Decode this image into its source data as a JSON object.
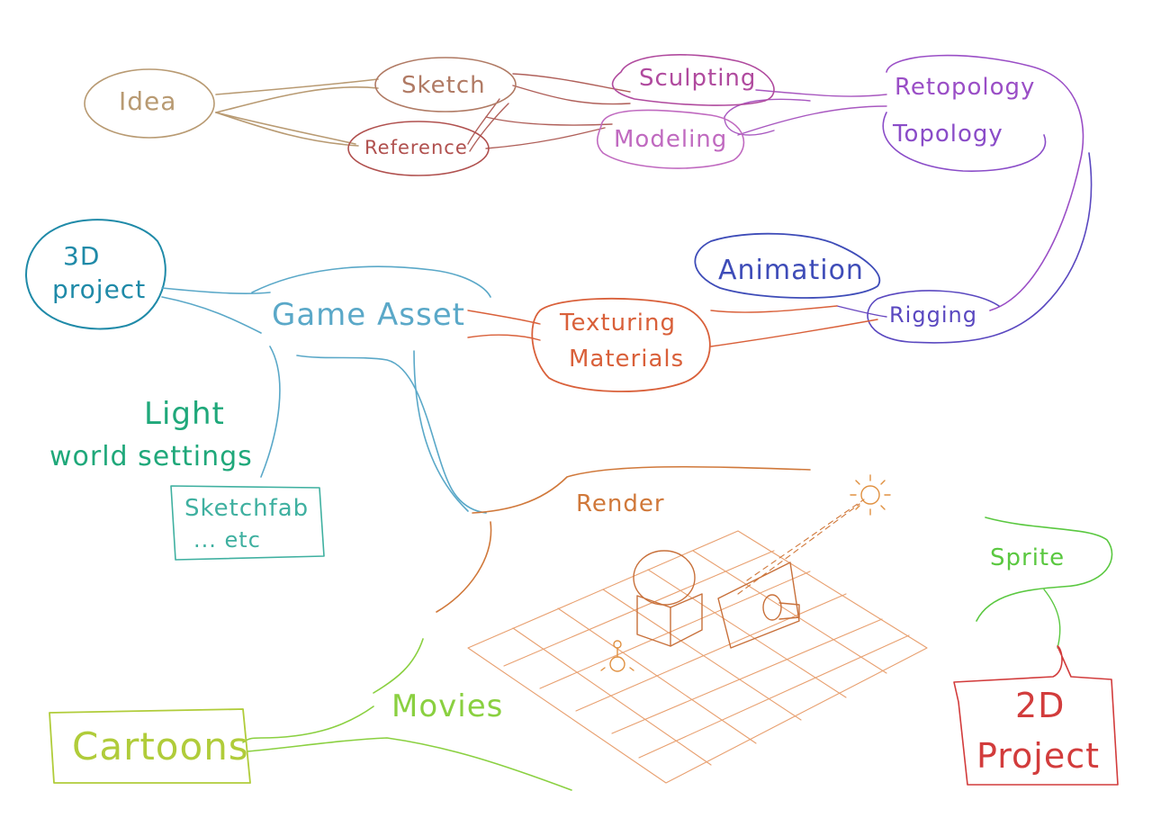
{
  "colors": {
    "idea": "#b89a72",
    "sketch": "#b07a64",
    "reference": "#b0504e",
    "sculpting": "#b04a9e",
    "modeling": "#c06ac0",
    "retopology": "#9a4ec6",
    "topology": "#8a4cc8",
    "animation": "#3e4cb8",
    "rigging": "#5a48c0",
    "texturing": "#d9603a",
    "materials": "#d9603a",
    "game_asset": "#5aa8c8",
    "project_3d": "#1f8aa8",
    "light": "#1fa87a",
    "sketchfab": "#3fb0a0",
    "render": "#d0783a",
    "movies": "#8ad040",
    "cartoons": "#b0cc3a",
    "sprite": "#5ac840",
    "project_2d": "#d23c3c"
  },
  "nodes": {
    "idea": "Idea",
    "sketch": "Sketch",
    "reference": "Reference",
    "sculpting": "Sculpting",
    "modeling": "Modeling",
    "retopology": "Retopology",
    "topology": "Topology",
    "animation": "Animation",
    "rigging": "Rigging",
    "texturing": "Texturing",
    "materials": "Materials",
    "game_asset": "Game Asset",
    "project_3d_line1": "3D",
    "project_3d_line2": "project",
    "light": "Light",
    "world_settings": "world settings",
    "sketchfab": "Sketchfab",
    "etc": "... etc",
    "render": "Render",
    "movies": "Movies",
    "cartoons": "Cartoons",
    "sprite": "Sprite",
    "project_2d_line1": "2D",
    "project_2d_line2": "Project"
  },
  "render_sketch_icons": [
    "sun-icon",
    "lightbulb-icon",
    "camera-icon",
    "sphere-icon",
    "cube-icon"
  ]
}
